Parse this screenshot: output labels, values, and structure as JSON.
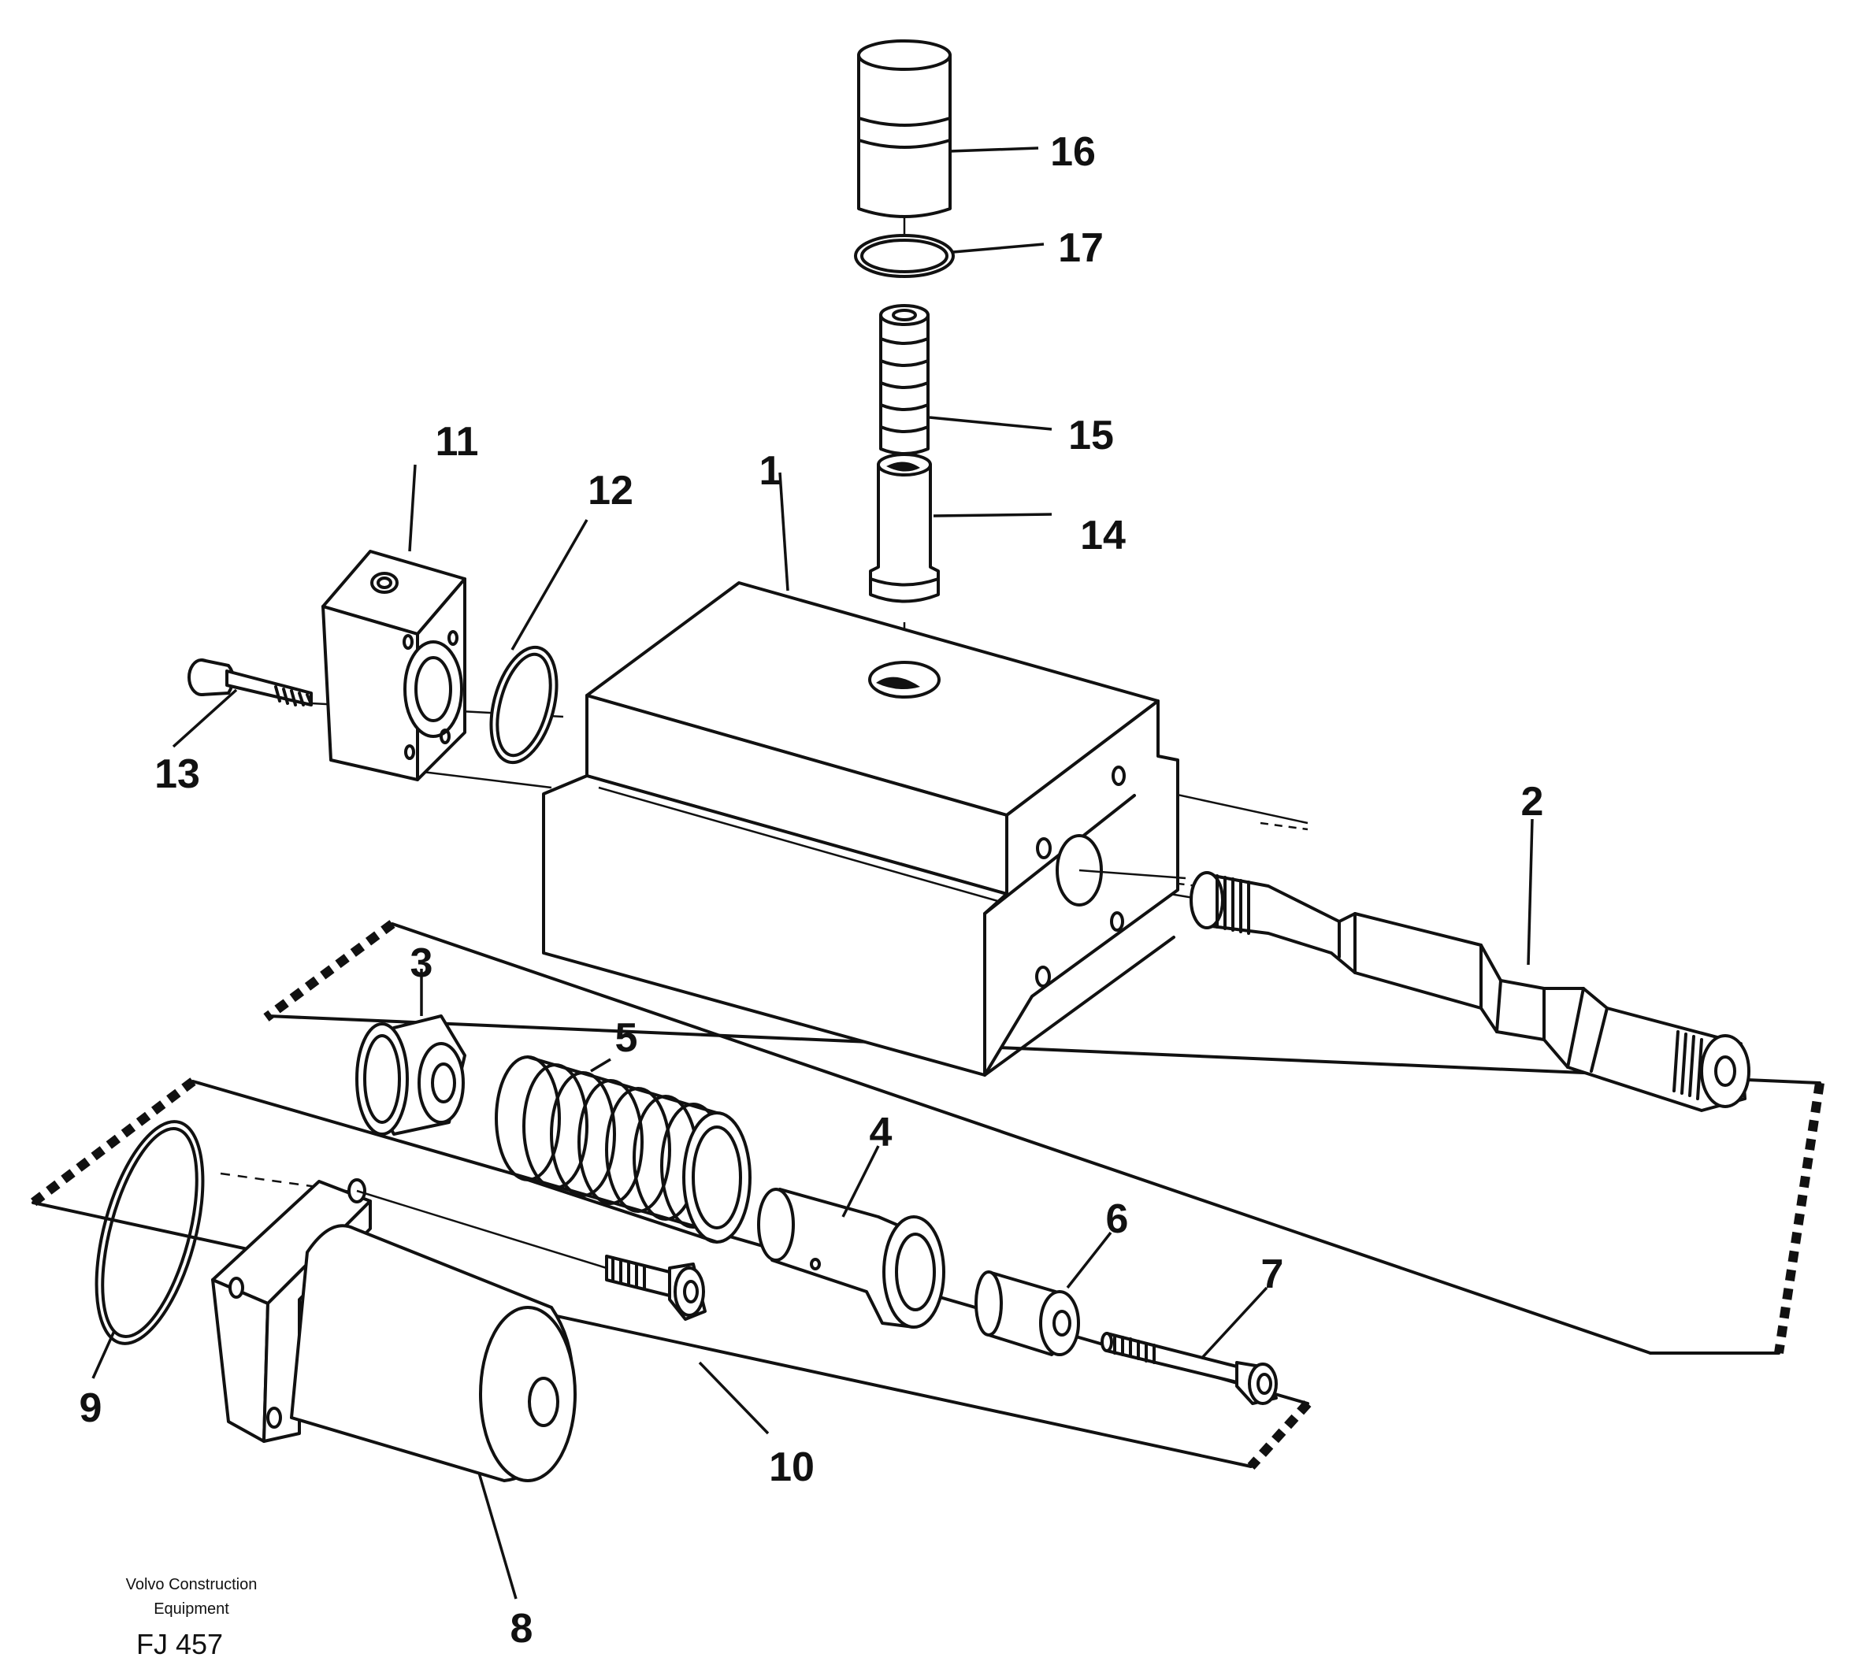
{
  "figure": {
    "publisher_line1": "Volvo Construction",
    "publisher_line2": "Equipment",
    "figure_number": "FJ 457"
  },
  "callouts": {
    "p1": "1",
    "p2": "2",
    "p3": "3",
    "p4": "4",
    "p5": "5",
    "p6": "6",
    "p7": "7",
    "p8": "8",
    "p9": "9",
    "p10": "10",
    "p11": "11",
    "p12": "12",
    "p13": "13",
    "p14": "14",
    "p15": "15",
    "p16": "16",
    "p17": "17"
  }
}
